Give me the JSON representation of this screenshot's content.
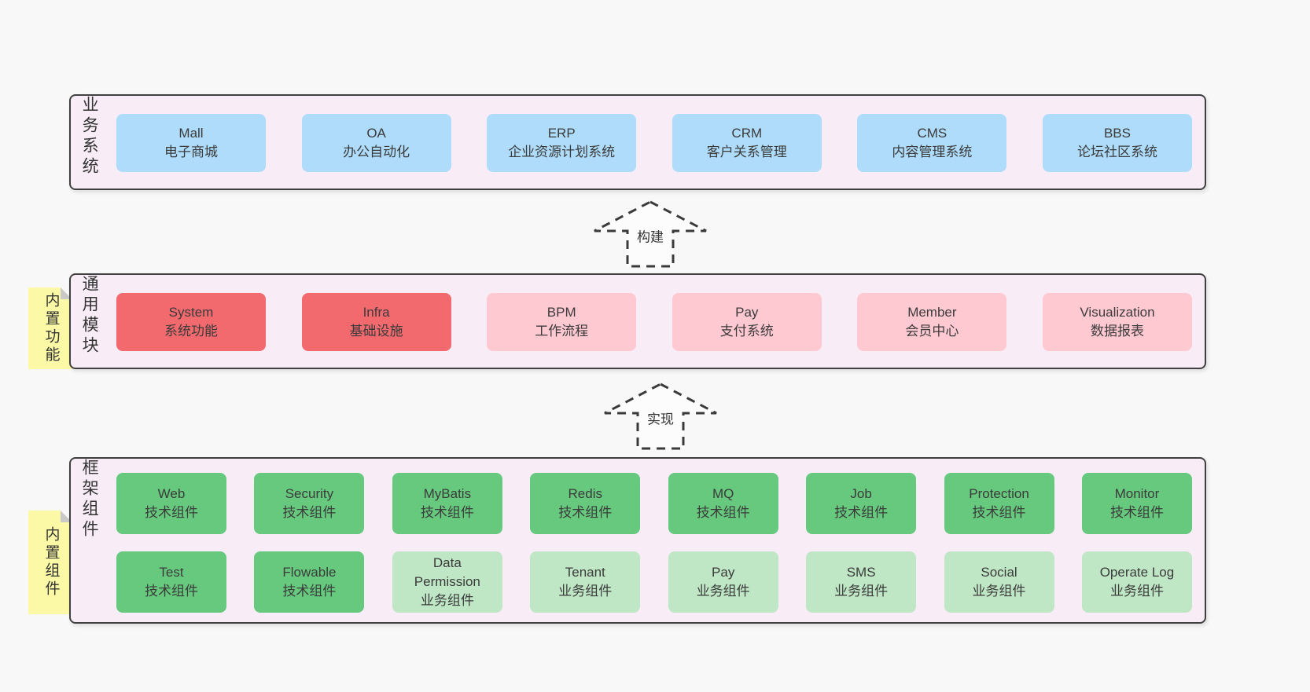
{
  "colors": {
    "page_bg": "#f8f8f8",
    "container_bg": "#f8edf6",
    "container_border": "#404040",
    "blue": "#aedcfa",
    "red": "#f2696e",
    "pink": "#ffc9d2",
    "green_dark": "#66c97e",
    "green_light": "#bfe6c5",
    "sticky_yellow": "#fbf9a6",
    "sticky_fold": "#c9c9c9",
    "text": "#3b3b3b"
  },
  "arrows": [
    {
      "label": "构建"
    },
    {
      "label": "实现"
    }
  ],
  "layers": [
    {
      "side_label": "业务系统",
      "boxes": [
        {
          "title": "Mall",
          "subtitle": "电子商城",
          "color": "blue"
        },
        {
          "title": "OA",
          "subtitle": "办公自动化",
          "color": "blue"
        },
        {
          "title": "ERP",
          "subtitle": "企业资源计划系统",
          "color": "blue"
        },
        {
          "title": "CRM",
          "subtitle": "客户关系管理",
          "color": "blue"
        },
        {
          "title": "CMS",
          "subtitle": "内容管理系统",
          "color": "blue"
        },
        {
          "title": "BBS",
          "subtitle": "论坛社区系统",
          "color": "blue"
        }
      ]
    },
    {
      "side_label": "通用模块",
      "sticky": "内置功能",
      "boxes": [
        {
          "title": "System",
          "subtitle": "系统功能",
          "color": "red"
        },
        {
          "title": "Infra",
          "subtitle": "基础设施",
          "color": "red"
        },
        {
          "title": "BPM",
          "subtitle": "工作流程",
          "color": "pink"
        },
        {
          "title": "Pay",
          "subtitle": "支付系统",
          "color": "pink"
        },
        {
          "title": "Member",
          "subtitle": "会员中心",
          "color": "pink"
        },
        {
          "title": "Visualization",
          "subtitle": "数据报表",
          "color": "pink"
        }
      ]
    },
    {
      "side_label": "框架组件",
      "sticky": "内置组件",
      "rows": [
        [
          {
            "title": "Web",
            "subtitle": "技术组件",
            "color": "green_dark"
          },
          {
            "title": "Security",
            "subtitle": "技术组件",
            "color": "green_dark"
          },
          {
            "title": "MyBatis",
            "subtitle": "技术组件",
            "color": "green_dark"
          },
          {
            "title": "Redis",
            "subtitle": "技术组件",
            "color": "green_dark"
          },
          {
            "title": "MQ",
            "subtitle": "技术组件",
            "color": "green_dark"
          },
          {
            "title": "Job",
            "subtitle": "技术组件",
            "color": "green_dark"
          },
          {
            "title": "Protection",
            "subtitle": "技术组件",
            "color": "green_dark"
          },
          {
            "title": "Monitor",
            "subtitle": "技术组件",
            "color": "green_dark"
          }
        ],
        [
          {
            "title": "Test",
            "subtitle": "技术组件",
            "color": "green_dark"
          },
          {
            "title": "Flowable",
            "subtitle": "技术组件",
            "color": "green_dark"
          },
          {
            "title": "Data Permission",
            "subtitle": "业务组件",
            "color": "green_light"
          },
          {
            "title": "Tenant",
            "subtitle": "业务组件",
            "color": "green_light"
          },
          {
            "title": "Pay",
            "subtitle": "业务组件",
            "color": "green_light"
          },
          {
            "title": "SMS",
            "subtitle": "业务组件",
            "color": "green_light"
          },
          {
            "title": "Social",
            "subtitle": "业务组件",
            "color": "green_light"
          },
          {
            "title": "Operate Log",
            "subtitle": "业务组件",
            "color": "green_light"
          }
        ]
      ]
    }
  ]
}
